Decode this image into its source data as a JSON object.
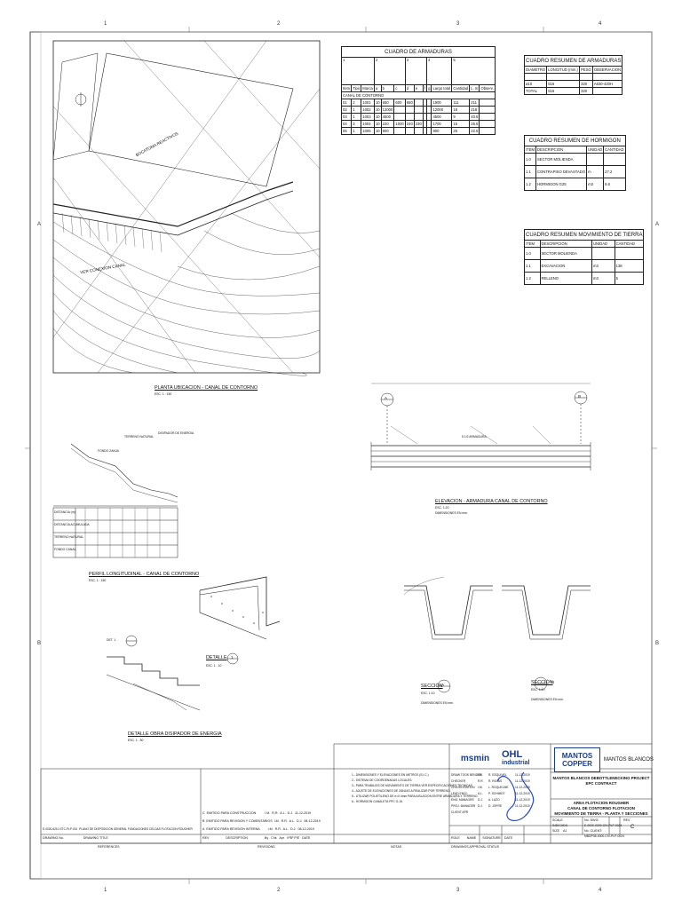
{
  "grid": {
    "columns": [
      "1",
      "2",
      "3",
      "4"
    ],
    "rows": [
      "A",
      "B"
    ]
  },
  "plan": {
    "title": "PLANTA UBICACION - CANAL DE CONTORNO",
    "scale": "ESC. 1 : 150",
    "labels": [
      "BOCATOMA REACTIVOS",
      "VER CONEXION CANAL"
    ]
  },
  "profile": {
    "title": "PERFIL LONGITUDINAL - CANAL DE CONTORNO",
    "scale": "ESC. 1 : 150",
    "labels": [
      "TERRENO NATURAL",
      "FONDO ZANJA",
      "DISIPADOR DE ENERGIA"
    ],
    "row_labels": [
      "DISTANCIA (m)",
      "DISTANCIA ACUMULADA",
      "TERRENO NATURAL",
      "FONDO CANAL"
    ]
  },
  "detail": {
    "title": "DETALLE",
    "mark": "1",
    "scale": "ESC. 1 : 10"
  },
  "stair_detail": {
    "title": "DETALLE OBRA DISIPADOR DE ENERGIA",
    "scale": "ESC. 1 : 50",
    "mark": "DET. 1"
  },
  "elevation": {
    "title": "ELEVACION - ARMADURA CANAL DE CONTORNO",
    "scale": "ESC. 1:20",
    "units": "DIMENSIONES EN mm.",
    "marks": [
      "A",
      "B"
    ],
    "dims": [
      "5 1/2 ARMADURA"
    ]
  },
  "sections": [
    {
      "mark": "A",
      "title": "SECCIÓN",
      "scale": "ESC. 1:10",
      "units": "DIMENSIONES EN mm."
    },
    {
      "mark": "B",
      "title": "SECCIÓN",
      "scale": "ESC. 1:10",
      "units": "DIMENSIONES EN mm."
    }
  ],
  "cuadro_armaduras": {
    "title": "CUADRO DE ARMADURAS",
    "shape_marks": [
      "1",
      "2",
      "3",
      "4",
      "5"
    ],
    "headers": [
      "Item",
      "Tipo",
      "Marca",
      "a",
      "b",
      "c",
      "d",
      "e",
      "f",
      "g",
      "Largo total",
      "Cantidad",
      "L. m",
      "Observ."
    ],
    "group_label": "CANAL DE CONTORNO",
    "rows": [
      [
        "01",
        "2",
        "1001",
        "10",
        "650",
        "600",
        "650",
        "",
        "",
        "",
        "1900",
        "111",
        "211",
        ""
      ],
      [
        "02",
        "1",
        "1002",
        "10",
        "12000",
        "",
        "",
        "",
        "",
        "",
        "12000",
        "18",
        "216",
        ""
      ],
      [
        "03",
        "1",
        "1003",
        "10",
        "4500",
        "",
        "",
        "",
        "",
        "",
        "4500",
        "9",
        "40.5",
        ""
      ],
      [
        "04",
        "3",
        "1004",
        "10",
        "220",
        "1000",
        "240",
        "230",
        "",
        "",
        "1700",
        "15",
        "25.5",
        ""
      ],
      [
        "05",
        "1",
        "1005",
        "10",
        "900",
        "",
        "",
        "",
        "",
        "",
        "900",
        "25",
        "22.5",
        ""
      ]
    ]
  },
  "resumen_armaduras": {
    "title": "CUADRO RESUMEN DE ARMADURAS",
    "headers": [
      "DIAMETRO",
      "LONGITUD (mm.)",
      "PESO",
      "OBSERVACION"
    ],
    "rows": [
      [
        "ø10",
        "516",
        "320",
        "A630-420H"
      ],
      [
        "TOTAL",
        "516",
        "320",
        ""
      ]
    ]
  },
  "resumen_hormigon": {
    "title": "CUADRO RESUMEN DE HORMIGON",
    "headers": [
      "ITEM",
      "DESCRIPCION",
      "UNIDAD",
      "CANTIDAD"
    ],
    "rows": [
      [
        "1.0",
        "SECTOR MOLIENDA",
        "",
        ""
      ],
      [
        "1.1",
        "CONTRAPISO DEVASTADO",
        "m",
        "27.2"
      ],
      [
        "1.2",
        "HORMIGON G25",
        "m3",
        "8.6"
      ]
    ]
  },
  "resumen_tierra": {
    "title": "CUADRO RESUMEN MOVIMIENTO DE TIERRA",
    "headers": [
      "ITEM",
      "DESCRIPCION",
      "UNIDAD",
      "CANTIDAD"
    ],
    "rows": [
      [
        "1.0",
        "SECTOR MOLIENDA",
        "",
        ""
      ],
      [
        "1.1",
        "EXCAVACION",
        "m3",
        "138"
      ],
      [
        "1.2",
        "RELLENO",
        "m3",
        "5"
      ]
    ]
  },
  "notes": {
    "header": "NOTAS",
    "items": [
      "1.- DIMENSIONES Y ELEVACIONES EN METROS (S.I.C.)",
      "2.- SISTEMA DE COORDENADAS LOCALES.",
      "3.- PARA TRABAJOS DE MOVIMIENTO DE TIERRA VER ESPECIFICACIONES TECNICAS",
      "4.- AJUSTE DE ELEVACIONES DE ZANJAS A REALIZAR POR TERRENO.",
      "5.- UTILIZAR POLIETILENO DE e=0.4mm PARA AISLACION ENTRE ARMADURA Y TERRENO.",
      "6.- HORMIGON CANALETA FPC G-15."
    ]
  },
  "revisions": {
    "headers": [
      "REV",
      "DESCRIPTION",
      "By",
      "Chk",
      "Apr",
      "VºBº P/E",
      "DATE"
    ],
    "rows": [
      [
        "C",
        "EMITIDO PARA CONSTRUCCION",
        "I.M.",
        "R.R.",
        "A.L.",
        "D.J.",
        "11-12-2019"
      ],
      [
        "B",
        "EMITIDO PARA REVISION Y COMENTARIOS",
        "I.M.",
        "R.R.",
        "A.L.",
        "D.J.",
        "08-12-2019"
      ],
      [
        "A",
        "EMITIDO PARA REVISION INTERNA",
        "I.M.",
        "R.R.",
        "A.L.",
        "D.J.",
        "08-12-2019"
      ]
    ],
    "footer": "REVISIONS"
  },
  "references": {
    "headers": [
      "DRAWING No.",
      "DRAWING TITLE"
    ],
    "rows": [
      [
        "E-0020-6210-STC-PLP-001",
        "PLANO DE DISPOSICION GENERAL FUNDACIONES CELDAS FLOTACION ROUGHER"
      ]
    ],
    "footer": "REFERENCES"
  },
  "approvals": {
    "rows": [
      [
        "DRAW TOOK BENDER",
        "I.M.",
        "R. ESQUIVEL",
        "11-12-2019"
      ],
      [
        "CHECKER",
        "R.R.",
        "R. ROJAS",
        "11-12-2019"
      ],
      [
        "CIVIL/ELIGATION",
        "I.M.",
        "L. ROQUELME",
        "11-12-2019"
      ],
      [
        "LEAD ENGI.",
        "A.L.",
        "P. SCHMIDT",
        "11-12-2019"
      ],
      [
        "ENG. MANAGER",
        "D.J.",
        "A. LAZO",
        "11-12-2019"
      ],
      [
        "PROJ. MANAGER",
        "D.J.",
        "D. JOFRE",
        "11-12-2019"
      ]
    ],
    "client_approval": "CLIENT APR",
    "sign_headers": [
      "ROLE",
      "NAME",
      "SIGNATURE",
      "DATE"
    ],
    "footer": "DRAWINGS APPROVAL STATUS"
  },
  "title_block": {
    "company1": "msmin",
    "company2": "OHL",
    "company2b": "industrial",
    "client_logo_1": "MANTOS",
    "client_logo_2": "COPPER",
    "client_name": "MANTOS BLANCOS",
    "project": "MANTOS BLANCOS DEBOTTLENECKING PROJECT",
    "contract": "EPC CONTRACT",
    "area": "AREA FLOTACION ROUGHER",
    "title1": "CANAL DE CONTORNO FLOTACION",
    "title2": "MOVIMIENTO DE TIERRA - PLANTA Y SECCIONES",
    "scale_label": "SCALE",
    "scale_value": "INDICADA",
    "format_label": "SIZE",
    "format_value": "A1",
    "dwg_label": "No. DWG:",
    "dwg_no": "E-0020-0000-CIV-PLP-0024",
    "client_no_label": "No. CLIENT:",
    "client_no": "MBDP08-0000-CIV-PLP-0024",
    "rev_label": "REV",
    "rev_value": "C"
  }
}
